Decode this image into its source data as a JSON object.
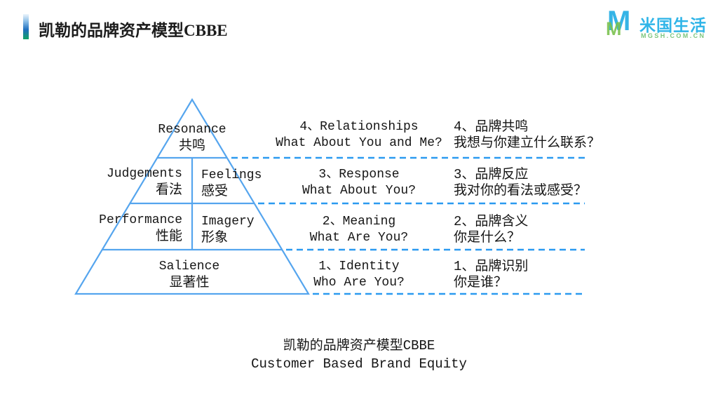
{
  "slide": {
    "title": "凯勒的品牌资产模型CBBE",
    "logo": {
      "monogram": "M",
      "name": "米国生活",
      "domain": "MGSH.COM.CN"
    },
    "colors": {
      "pyramid_line": "#55a5ee",
      "dashed_line": "#2b9af0",
      "logo_cyan": "#30b5e8",
      "logo_green": "#7cc67e",
      "accent_top_blue": "#8fc0e8",
      "accent_blue": "#1e6fbe",
      "accent_green": "#12a364",
      "text": "#151515"
    }
  },
  "pyramid": {
    "levels": [
      {
        "en": "Resonance",
        "zh": "共鸣"
      },
      {
        "left": {
          "en": "Judgements",
          "zh": "看法"
        },
        "right": {
          "en": "Feelings",
          "zh": "感受"
        }
      },
      {
        "left": {
          "en": "Performance",
          "zh": "性能"
        },
        "right": {
          "en": "Imagery",
          "zh": "形象"
        }
      },
      {
        "en": "Salience",
        "zh": "显著性"
      }
    ]
  },
  "rows": [
    {
      "num": "4",
      "en": {
        "title": "4、Relationships",
        "question": "What About You and Me?"
      },
      "zh": {
        "title": "4、品牌共鸣",
        "question": "我想与你建立什么联系？"
      }
    },
    {
      "num": "3",
      "en": {
        "title": "3、Response",
        "question": "What About You?"
      },
      "zh": {
        "title": "3、品牌反应",
        "question": "我对你的看法或感受？"
      }
    },
    {
      "num": "2",
      "en": {
        "title": "2、Meaning",
        "question": "What Are You?"
      },
      "zh": {
        "title": "2、品牌含义",
        "question": "你是什么？"
      }
    },
    {
      "num": "1",
      "en": {
        "title": "1、Identity",
        "question": "Who Are You?"
      },
      "zh": {
        "title": "1、品牌识别",
        "question": "你是谁？"
      }
    }
  ],
  "caption": {
    "zh": "凯勒的品牌资产模型CBBE",
    "en": "Customer Based Brand Equity"
  }
}
